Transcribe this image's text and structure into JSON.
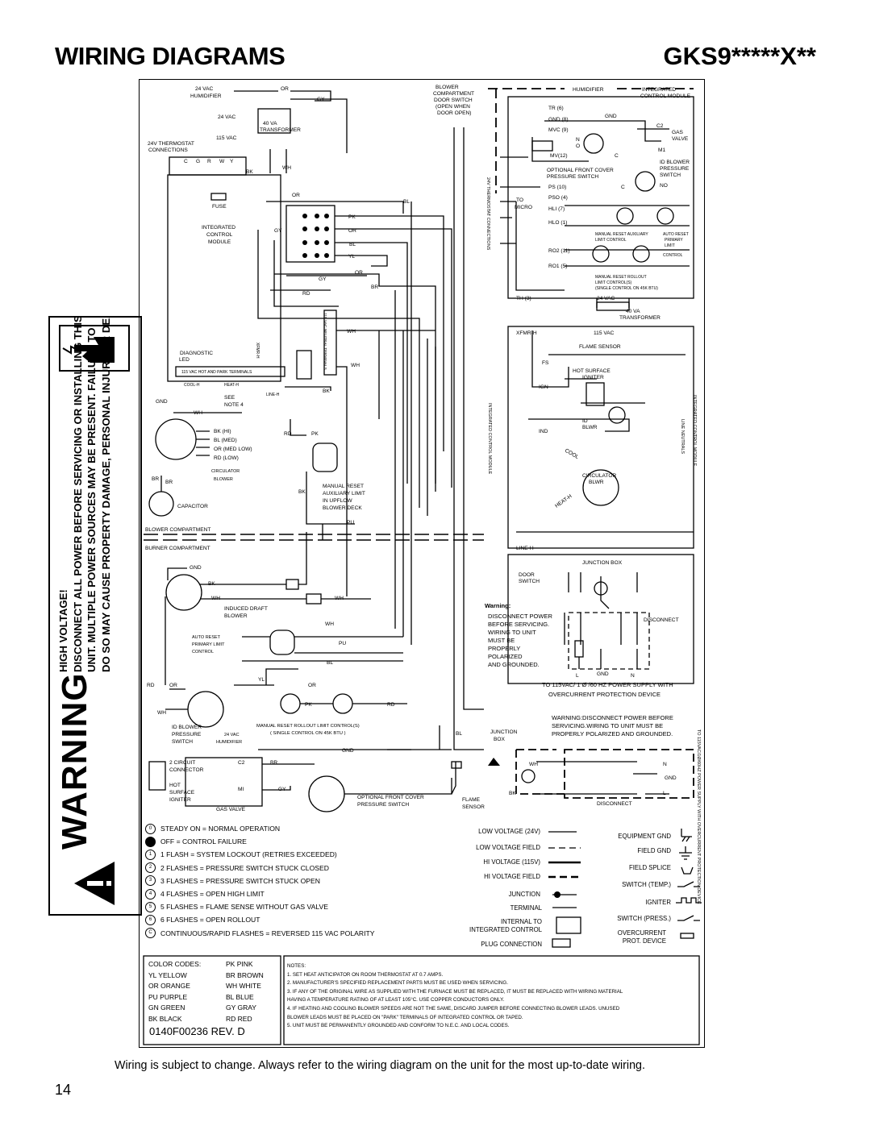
{
  "header": {
    "title": "WIRING DIAGRAMS",
    "model": "GKS9*****X**"
  },
  "warning": {
    "word": "WARNING",
    "lines": [
      "HIGH VOLTAGE!",
      "DISCONNECT ALL POWER BEFORE SERVICING OR INSTALLING THIS",
      "UNIT.  MULTIPLE POWER SOURCES MAY BE PRESENT.  FAILURE TO",
      "DO SO MAY CAUSE PROPERTY DAMAGE, PERSONAL INJURY OR DEATH."
    ]
  },
  "labels": {
    "humidifier_24": "24 VAC",
    "humidifier": "HUMIDIFIER",
    "or": "OR",
    "gy": "GY",
    "vac24": "24 VAC",
    "vac115": "115 VAC",
    "va40": "40 VA",
    "transformer": "TRANSFORMER",
    "thermostat": "24V THERMOSTAT",
    "connections": "CONNECTIONS",
    "c": "C",
    "g": "G",
    "r": "R",
    "w": "W",
    "y": "Y",
    "bk": "BK",
    "wh": "WH",
    "fuse": "FUSE",
    "icm1": "INTEGRATED",
    "icm2": "CONTROL",
    "icm3": "MODULE",
    "pk": "PK",
    "bl": "BL",
    "yl": "YL",
    "rd": "RD",
    "br": "BR",
    "diag1": "DIAGNOSTIC",
    "diag2": "LED",
    "hot_park": "115 VAC HOT AND PARK TERMINALS",
    "coolh": "COOL-H",
    "heath": "HEAT-H",
    "lineh": "LINE-H",
    "xfmrh": "XFMR-H",
    "neutral": "115 VAC NEUTRAL TERMINALS",
    "gnd": "GND",
    "see": "SEE",
    "note4": "NOTE 4",
    "bkhi": "BK (HI)",
    "blmed": "BL (MED)",
    "ormedlow": "OR (MED LOW)",
    "rdlow": "RD (LOW)",
    "circ": "CIRCULATOR",
    "blower": "BLOWER",
    "capacitor": "CAPACITOR",
    "mr1": "MANUAL RESET",
    "mr2": "AUXILIARY LIMIT",
    "mr3": "IN UPFLOW",
    "mr4": "BLOWER DECK",
    "pu": "PU",
    "blower_comp": "BLOWER COMPARTMENT",
    "burner_comp": "BURNER COMPARTMENT",
    "idb1": "INDUCED DRAFT",
    "idb2": "BLOWER",
    "ar1": "AUTO RESET",
    "ar2": "PRIMARY LIMIT",
    "ar3": "CONTROL",
    "idbp1": "ID BLOWER",
    "idbp2": "PRESSURE",
    "idbp3": "SWITCH",
    "hum24": "24 VAC",
    "hum": "HUMIDIFIER",
    "mrr1": "MANUAL RESET ROLLOUT LIMIT CONTROL(S)",
    "mrr2": "( SINGLE CONTROL ON 45K BTU )",
    "circ2a": "2 CIRCUIT",
    "circ2b": "CONNECTOR",
    "hsi1": "HOT",
    "hsi2": "SURFACE",
    "hsi3": "IGNITER",
    "c2": "C2",
    "mi": "MI",
    "gasvalve": "GAS VALVE",
    "ofc1": "OPTIONAL FRONT COVER",
    "ofc2": "PRESSURE SWITCH",
    "fl1": "FLAME",
    "fl2": "SENSOR",
    "jb1": "JUNCTION",
    "jb2": "BOX",
    "bc1": "BLOWER",
    "bc2": "COMPARTMENT",
    "bc3": "DOOR SWITCH",
    "bc4": "(OPEN WHEN",
    "bc5": "DOOR OPEN)",
    "icmtop1": "INTEGRATED",
    "icmtop2": "CONTROL MODULE",
    "tr6": "TR (6)",
    "gnd8": "GND (8)",
    "mvc9": "MVC (9)",
    "mv12": "MV(12)",
    "gasv1": "GAS",
    "gasv2": "VALVE",
    "m1": "M1",
    "n": "N",
    "o": "O",
    "ofcps1": "OPTIONAL FRONT COVER",
    "ofcps2": "PRESSURE SWITCH",
    "idbps1": "ID BLOWER",
    "idbps2": "PRESSURE",
    "idbps3": "SWITCH",
    "no": "NO",
    "ps10": "PS (10)",
    "pso4": "PSO (4)",
    "hli7": "HLI (7)",
    "hlo1": "HLO (1)",
    "to": "TO",
    "micro": "MICRO",
    "mral1": "MANUAL RESET AUXILIARY",
    "mral2": "LIMIT CONTROL",
    "arp1": "AUTO RESET",
    "arp2": "PRIMARY",
    "arp3": "LIMIT",
    "arp4": "CONTROL",
    "ro211": "RO2 (11)",
    "ro15": "RO1 (5)",
    "mrrl1": "MANUAL RESET ROLLOUT",
    "mrrl2": "LIMIT CONTROL(S)",
    "mrrl3": "(SINGLE CONTROL ON 45K BTU)",
    "th3": "TH (3)",
    "vac24b": "24 VAC",
    "va40b": "40 VA",
    "transformerb": "TRANSFORMER",
    "xfmrh2": "XFMR-H",
    "vac115b": "115 VAC",
    "flamesensor": "FLAME SENSOR",
    "fs": "FS",
    "hsi_b1": "HOT SURFACE",
    "hsi_b2": "IGNITER",
    "ign": "IGN",
    "ind": "IND",
    "idblwr1": "ID",
    "idblwr2": "BLWR",
    "cool": "COOL",
    "circblwr1": "CIRCULATOR",
    "circblwr2": "BLWR",
    "heath2": "HEAT-H",
    "icm_vert": "INTEGRATED CONTROL MODULE",
    "icm_vert2": "INTEGRATED CONTROL MODULE",
    "line_neutrals": "LINE NEUTRALS",
    "thermo_conn": "24V THERMOSTAT CONNECTIONS",
    "lineh2": "LINE-H",
    "junction_box": "JUNCTION BOX",
    "door1": "DOOR",
    "door2": "SWITCH",
    "w_title": "Warning:",
    "w1": "DISCONNECT POWER",
    "w2": "BEFORE SERVICING.",
    "w3": "WIRING TO UNIT",
    "w4": "MUST BE",
    "w5": "PROPERLY",
    "w6": "POLARIZED",
    "w7": "AND GROUNDED.",
    "disconnect": "DISCONNECT",
    "l": "L",
    "gnd2": "GND",
    "n2": "N",
    "supply1": "TO 115VAC/ 1 Ø /60 HZ POWER SUPPLY WITH",
    "supply2": "OVERCURRENT PROTECTION DEVICE",
    "wd1": "WARNING:DISCONNECT POWER BEFORE",
    "wd2": "SERVICING.WIRING TO UNIT MUST BE",
    "wd3": "PROPERLY POLARIZED AND GROUNDED.",
    "jbox1": "JUNCTION",
    "jbox2": "BOX",
    "wh2": "WH",
    "bk2": "BK",
    "nn": "N",
    "gnd3": "GND",
    "ll": "L",
    "disconnect2": "DISCONNECT",
    "supplyv": "TO 115VAC/1Ø/60HZ POWER SUPPLY WITH OVERCURRENT PROTECTION DEVICE"
  },
  "led_legend": [
    {
      "code": "0",
      "text": "STEADY ON = NORMAL OPERATION"
    },
    {
      "code": "",
      "text": "OFF              = CONTROL FAILURE"
    },
    {
      "code": "1",
      "text": "1 FLASH      = SYSTEM LOCKOUT (RETRIES EXCEEDED)"
    },
    {
      "code": "2",
      "text": "2 FLASHES  = PRESSURE SWITCH STUCK CLOSED"
    },
    {
      "code": "3",
      "text": "3 FLASHES  = PRESSURE SWITCH STUCK OPEN"
    },
    {
      "code": "4",
      "text": "4 FLASHES  = OPEN HIGH LIMIT"
    },
    {
      "code": "5",
      "text": "5 FLASHES  = FLAME SENSE WITHOUT GAS VALVE"
    },
    {
      "code": "6",
      "text": "6 FLASHES  =  OPEN ROLLOUT"
    },
    {
      "code": "C",
      "text": "CONTINUOUS/RAPID FLASHES = REVERSED 115 VAC POLARITY"
    }
  ],
  "line_legend": [
    {
      "label": "LOW VOLTAGE (24V)"
    },
    {
      "label": "LOW VOLTAGE FIELD"
    },
    {
      "label": "HI VOLTAGE (115V)"
    },
    {
      "label": "HI VOLTAGE FIELD"
    },
    {
      "label": "JUNCTION"
    },
    {
      "label": "TERMINAL"
    },
    {
      "label": "INTERNAL TO"
    },
    {
      "label": "INTEGRATED CONTROL"
    },
    {
      "label": "PLUG CONNECTION"
    }
  ],
  "symbol_legend": [
    {
      "label": "EQUIPMENT GND"
    },
    {
      "label": "FIELD GND"
    },
    {
      "label": "FIELD SPLICE"
    },
    {
      "label": "SWITCH (TEMP.)"
    },
    {
      "label": "IGNITER"
    },
    {
      "label": "SWITCH (PRESS.)"
    },
    {
      "label": "OVERCURRENT"
    },
    {
      "label": "PROT. DEVICE"
    }
  ],
  "color_codes": {
    "title": "COLOR CODES:",
    "left": [
      "YL YELLOW",
      "OR ORANGE",
      "PU PURPLE",
      "GN GREEN",
      "BK BLACK"
    ],
    "right": [
      "PK PINK",
      "BR BROWN",
      "WH WHITE",
      "BL BLUE",
      "GY GRAY",
      "RD RED"
    ]
  },
  "notes": {
    "title": "NOTES:",
    "items": [
      "1. SET HEAT ANTICIPATOR ON ROOM THERMOSTAT AT 0.7 AMPS.",
      "2. MANUFACTURER'S SPECIFIED REPLACEMENT PARTS MUST BE USED WHEN SERVICING.",
      "3. IF ANY OF THE ORIGINAL WIRE AS SUPPLIED WITH THE FURNACE MUST BE REPLACED, IT MUST BE REPLACED WITH WIRING MATERIAL",
      "    HAVING A TEMPERATURE RATING OF AT LEAST 105°C. USE COPPER CONDUCTORS ONLY.",
      "4. IF HEATING AND COOLING BLOWER SPEEDS ARE NOT THE SAME, DISCARD JUMPER BEFORE CONNECTING BLOWER LEADS. UNUSED",
      "    BLOWER LEADS MUST BE PLACED ON \"PARK\" TERMINALS OF INTEGRATED CONTROL OR TAPED.",
      "5. UNIT MUST BE PERMANENTLY GROUNDED AND CONFORM TO N.E.C. AND LOCAL CODES."
    ]
  },
  "revision": "0140F00236 REV. D",
  "footer": "Wiring is subject to change. Always refer to the wiring diagram on the unit for the most up-to-date wiring.",
  "page_number": "14"
}
